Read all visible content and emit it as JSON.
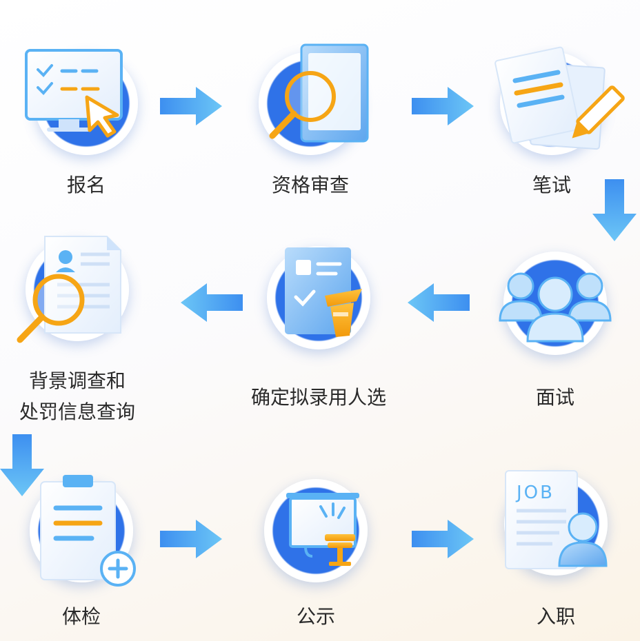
{
  "diagram": {
    "steps": [
      {
        "label": "报名",
        "icon": "registration-form-icon"
      },
      {
        "label": "资格审查",
        "icon": "document-magnifier-icon"
      },
      {
        "label": "笔试",
        "icon": "written-exam-icon"
      },
      {
        "label": "面试",
        "icon": "interview-people-icon"
      },
      {
        "label": "确定拟录用人选",
        "icon": "selection-gavel-icon"
      },
      {
        "label_line1": "背景调查和",
        "label_line2": "处罚信息查询",
        "icon": "background-check-icon"
      },
      {
        "label": "体检",
        "icon": "medical-exam-icon"
      },
      {
        "label": "公示",
        "icon": "announcement-icon"
      },
      {
        "label": "入职",
        "icon": "job-onboarding-icon"
      }
    ],
    "job_text": "JOB",
    "colors": {
      "primary_blue": "#2f72e8",
      "light_blue": "#5ab2f4",
      "accent_orange": "#f6a515",
      "text": "#2a2a2a"
    }
  }
}
